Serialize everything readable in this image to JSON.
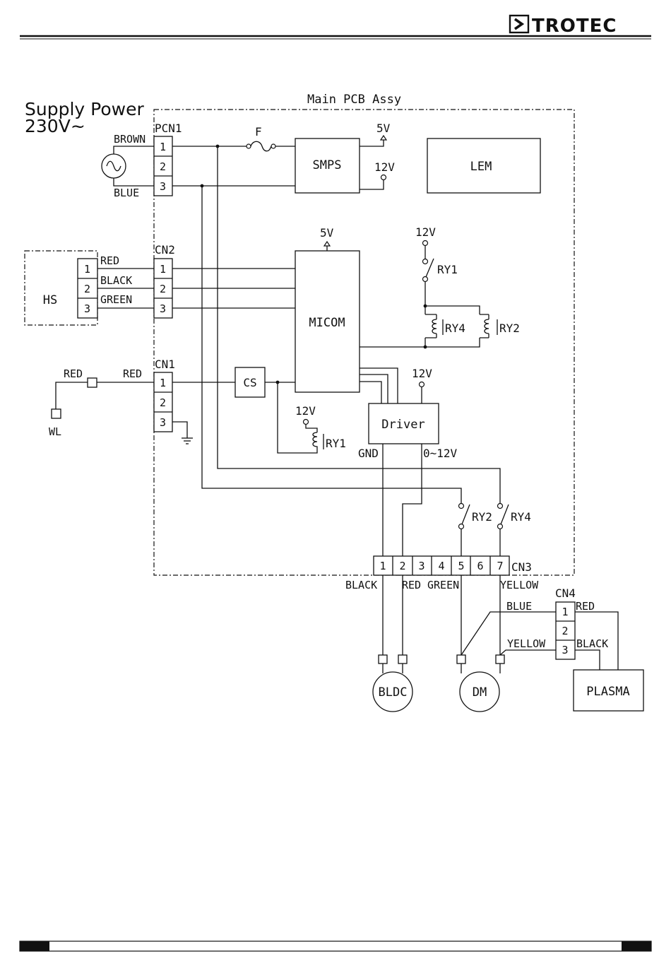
{
  "header": {
    "brand": "TROTEC"
  },
  "diagram": {
    "supply_title": "Supply Power",
    "supply_voltage": "230V~",
    "main_pcb": "Main PCB Assy",
    "connectors": {
      "pcn1": "PCN1",
      "cn2": "CN2",
      "cn1": "CN1",
      "cn3": "CN3",
      "cn4": "CN4",
      "pin1": "1",
      "pin2": "2",
      "pin3": "3",
      "pin4": "4",
      "pin5": "5",
      "pin6": "6",
      "pin7": "7"
    },
    "wires": {
      "brown": "BROWN",
      "blue": "BLUE",
      "red": "RED",
      "black": "BLACK",
      "green": "GREEN",
      "yellow": "YELLOW"
    },
    "blocks": {
      "fuse": "F",
      "smps": "SMPS",
      "lem": "LEM",
      "hs": "HS",
      "micom": "MICOM",
      "cs": "CS",
      "driver": "Driver",
      "wl": "WL",
      "bldc": "BLDC",
      "dm": "DM",
      "plasma": "PLASMA"
    },
    "voltages": {
      "v5": "5V",
      "v12": "12V",
      "gnd": "GND",
      "range": "0~12V"
    },
    "relays": {
      "ry1": "RY1",
      "ry2": "RY2",
      "ry4": "RY4"
    }
  }
}
